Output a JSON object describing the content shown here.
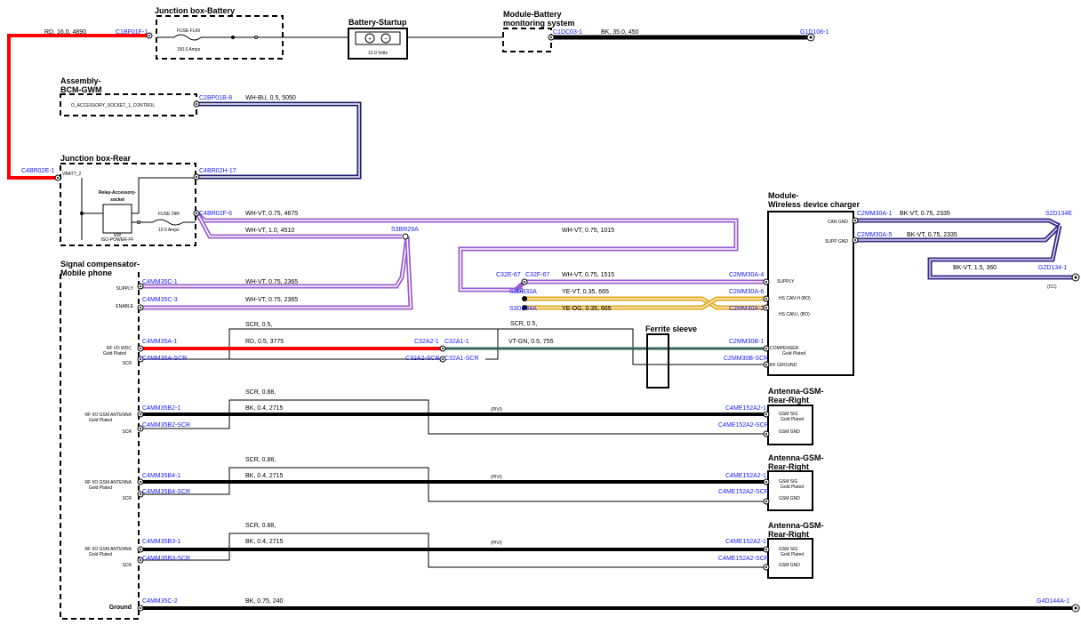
{
  "components": {
    "junction_battery": "Junction box-Battery",
    "battery_startup": "Battery-Startup",
    "module_battery_l1": "Module-Battery",
    "module_battery_l2": "monitoring system",
    "assembly_l1": "Assembly-",
    "assembly_l2": "BCM-GWM",
    "junction_rear": "Junction box-Rear",
    "relay_l1": "Relay-Accessory-",
    "relay_l2": "socket",
    "module_wdc_l1": "Module-",
    "module_wdc_l2": "Wireless device charger",
    "signal_comp_l1": "Signal compensator-",
    "signal_comp_l2": "Mobile phone",
    "ferrite": "Ferrite sleeve",
    "antenna_l1": "Antenna-GSM-",
    "antenna_l2": "Rear-Right"
  },
  "labels": {
    "fuse_f69": "FUSE FL69",
    "fuse_f69_amps": "150.0 Amps",
    "battery_volts": "12.0 Volts",
    "accessory_control": "O_ACCESSORY_SOCKET_1_CONTROL",
    "vbatt": "VBATT_2",
    "fuse_29r": "FUSE 29R",
    "fuse_29r_amps": "10.0 Amps",
    "relay_rw": "RW",
    "relay_pf": "ISO-POWER-FF",
    "can_gnd": "CAN GND",
    "supp_gnd": "SUPP GND",
    "supply": "SUPPLY",
    "hs_can_h": "HS CAN H (BO)",
    "hs_can_l": "HS CAN L (BO)",
    "compenser": "COMPENSER",
    "gold_plated": "Gold Plated",
    "rf_ground": "RF GROUND",
    "sc_supply": "SUPPLY",
    "sc_enable": "ENABLE",
    "rf_wdc": "RF I/O WDC",
    "scr": "SCR",
    "rf_gsm": "RF I/O GSM ANTENNA",
    "ground": "Ground",
    "gsm_sig": "GSM SIG",
    "gsm_gnd": "GSM GND",
    "pivi": "(PIVI)",
    "cc": "(CC)"
  },
  "connectors": {
    "c1bf01f": "C1BF01F-1",
    "c1dc03": "C1DC03-1",
    "g1d108": "G1D108-1",
    "c2bp01b": "C2BP01B-8",
    "c4br02e": "C4BR02E-1",
    "c4br02h": "C4BR02H-17",
    "c4br02f": "C4BR02F-6",
    "s3br29a": "S3BR29A",
    "c2mm30a1": "C2MM30A-1",
    "c2mm30a5": "C2MM30A-5",
    "s2d134e": "S2D134E",
    "g2d134": "G2D134-1",
    "c4mm35c1": "C4MM35C-1",
    "c4mm35c3": "C4MM35C-3",
    "c32e67": "C32E-67",
    "c32f67": "C32F-67",
    "c2mm30a4": "C2MM30A-4",
    "s3db33a": "S3DB33A",
    "c2mm30a6": "C2MM30A-6",
    "s3db34a": "S3DB34A",
    "c2mm30a2": "C2MM30A-2",
    "c4mm35a1": "C4MM35A-1",
    "c4mm35ascr": "C4MM35A-SCR",
    "c32a21": "C32A2-1",
    "c32a11": "C32A1-1",
    "c32a2scr": "C32A2-SCR",
    "c32a1scr": "C32A1-SCR",
    "c2mm30b1": "C2MM30B-1",
    "c2mm30bscr": "C2MM30B-SCR",
    "c4mm35b21": "C4MM35B2-1",
    "c4mm35b2scr": "C4MM35B2-SCR",
    "c4me152a21": "C4ME152A2-1",
    "c4me152a2scr": "C4ME152A2-SCR",
    "c4mm35b41": "C4MM35B4-1",
    "c4mm35b4scr": "C4MM35B4-SCR",
    "c4mm35b31": "C4MM35B3-1",
    "c4mm35b3scr": "C4MM35B3-SCR",
    "c4mm35c2": "C4MM35C-2",
    "g4d144a": "G4D144A-1"
  },
  "wires": {
    "rd_16": "RD,  16.0,  4890",
    "bk_35": "BK,  35.0,  450",
    "whbu": "WH-BU,  0.5,  5050",
    "whvt_4675": "WH-VT,  0.75,  4675",
    "whvt_4510": "WH-VT,  1.0,  4510",
    "whvt_1015": "WH-VT,  0.75,  1015",
    "bkvt_2335": "BK-VT,  0.75,  2335",
    "bkvt_360": "BK-VT,  1.5,  360",
    "whvt_2365": "WH-VT,  0.75,  2365",
    "whvt_1515": "WH-VT,  0.75,  1515",
    "yevt": "YE-VT,  0.35,  665",
    "yeog": "YE-OG,  0.35,  665",
    "scr_05": "SCR,  0.5,",
    "rd_3775": "RD,  0.5,  3775",
    "vtgn": "VT-GN,  0.5,  755",
    "scr_088": "SCR,  0.88,",
    "bk_2715": "BK,  0.4,  2715",
    "bk_240": "BK,  0.75,  240"
  },
  "colors": {
    "red_wire": "#ff0000",
    "black_wire": "#000000",
    "navy_wire": "#1b1b6b",
    "violet_wire": "#9a5fd0",
    "yellow_wire": "#e3a81c",
    "green_wire": "#1a7a2a",
    "connector_text": "#1a1aff"
  }
}
